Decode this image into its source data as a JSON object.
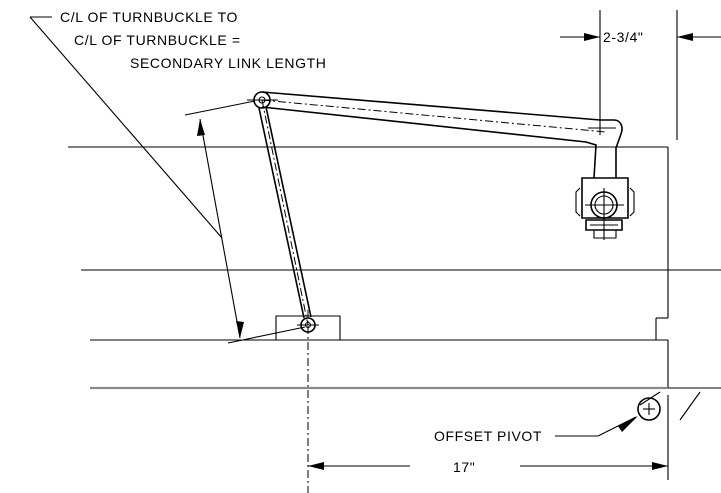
{
  "labels": {
    "callout_line1": "C/L OF TURNBUCKLE TO",
    "callout_line2": "C/L OF TURNBUCKLE =",
    "callout_line3": "SECONDARY LINK LENGTH",
    "top_dimension": "2-3/4\"",
    "bottom_dimension": "17\"",
    "pivot_label": "OFFSET PIVOT"
  }
}
